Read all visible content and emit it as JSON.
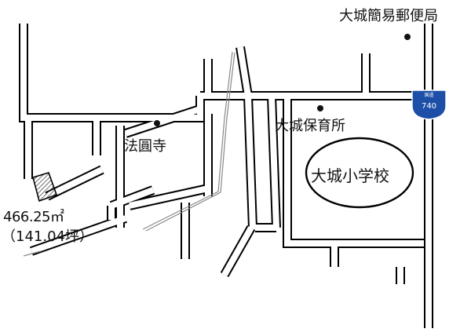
{
  "labels": {
    "post_office": "大城簡易郵便局",
    "nursery": "大城保育所",
    "temple": "法圓寺",
    "school": "大城小学校",
    "area_sqm": "466.25㎡",
    "area_tsubo": "（141.04坪）"
  },
  "route_sign": {
    "caption": "国道",
    "number": "740",
    "color": "#1d4fa8"
  }
}
